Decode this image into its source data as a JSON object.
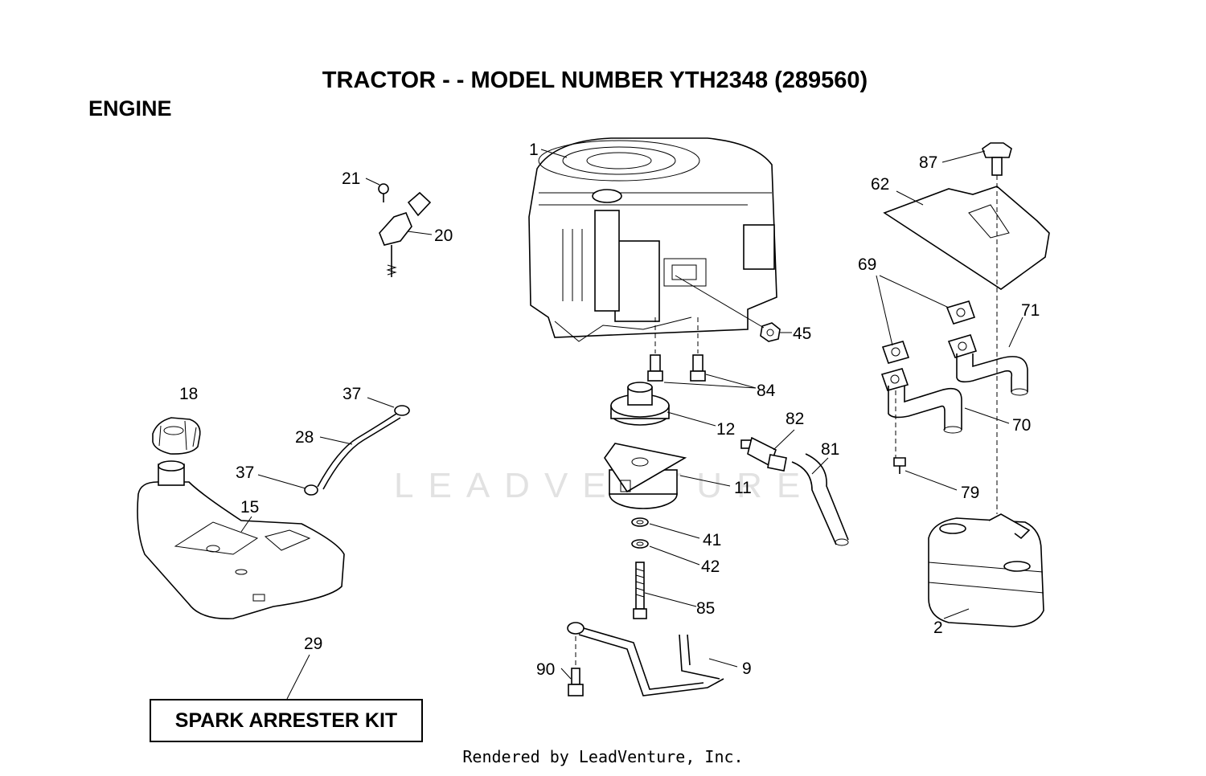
{
  "title": "TRACTOR - - MODEL NUMBER YTH2348 (289560)",
  "section": "ENGINE",
  "watermark": "LEADVENTURE",
  "kit_label": "SPARK ARRESTER KIT",
  "footer": "Rendered by LeadVenture, Inc.",
  "callouts": {
    "p1": "1",
    "p21": "21",
    "p20": "20",
    "p87": "87",
    "p62": "62",
    "p69": "69",
    "p71": "71",
    "p45": "45",
    "p84": "84",
    "p18": "18",
    "p37a": "37",
    "p28": "28",
    "p37b": "37",
    "p15": "15",
    "p12": "12",
    "p82": "82",
    "p81": "81",
    "p11": "11",
    "p70": "70",
    "p79": "79",
    "p41": "41",
    "p42": "42",
    "p85": "85",
    "p2": "2",
    "p29": "29",
    "p90": "90",
    "p9": "9"
  }
}
